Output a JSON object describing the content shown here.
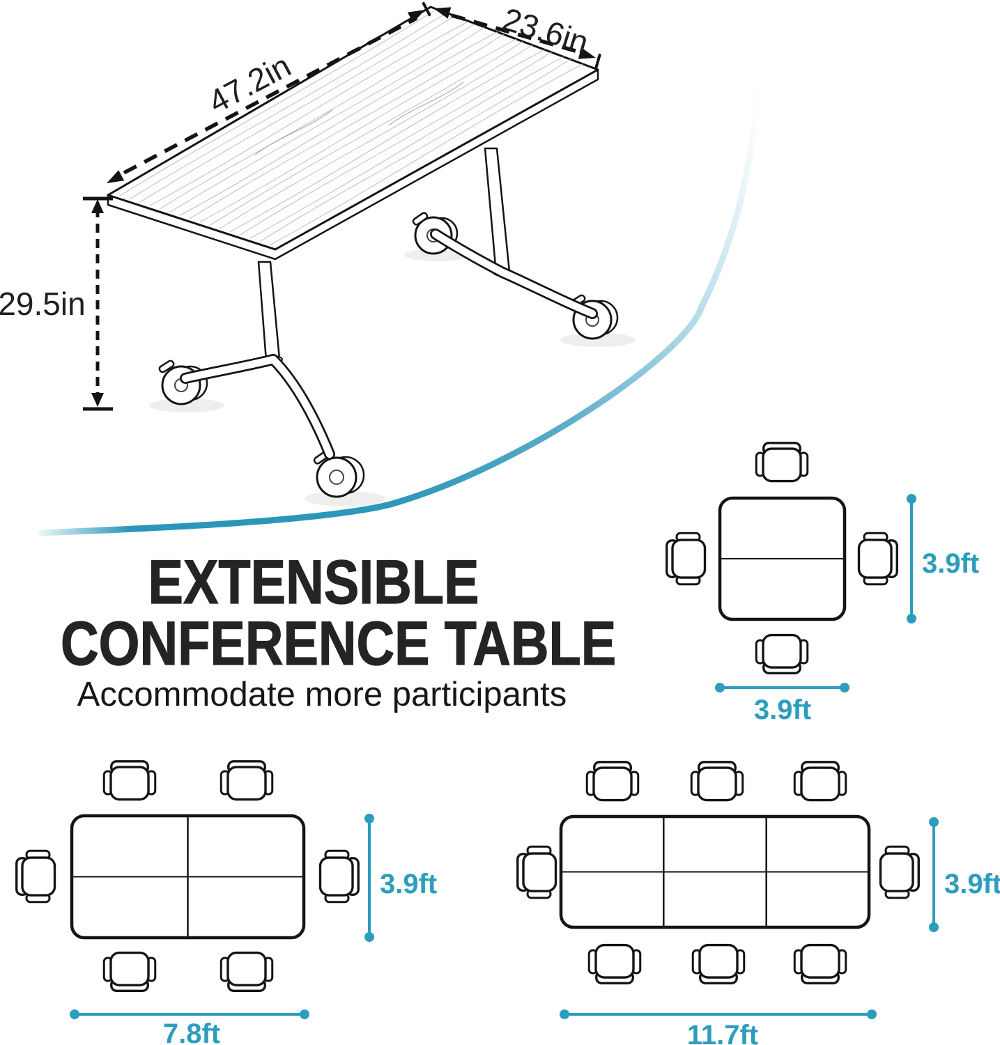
{
  "accent_color": "#2D9DBE",
  "illustration": {
    "length_label": "47.2in",
    "width_label": "23.6in",
    "height_label": "29.5in"
  },
  "headline": {
    "line1": "EXTENSIBLE",
    "line2": "CONFERENCE TABLE",
    "subtitle": "Accommodate more participants"
  },
  "diagrams": {
    "square": {
      "seats": 4,
      "width_label": "3.9ft",
      "height_label": "3.9ft"
    },
    "six": {
      "seats": 6,
      "width_label": "7.8ft",
      "height_label": "3.9ft"
    },
    "eight": {
      "seats": 8,
      "width_label": "11.7ft",
      "height_label": "3.9ft"
    }
  }
}
